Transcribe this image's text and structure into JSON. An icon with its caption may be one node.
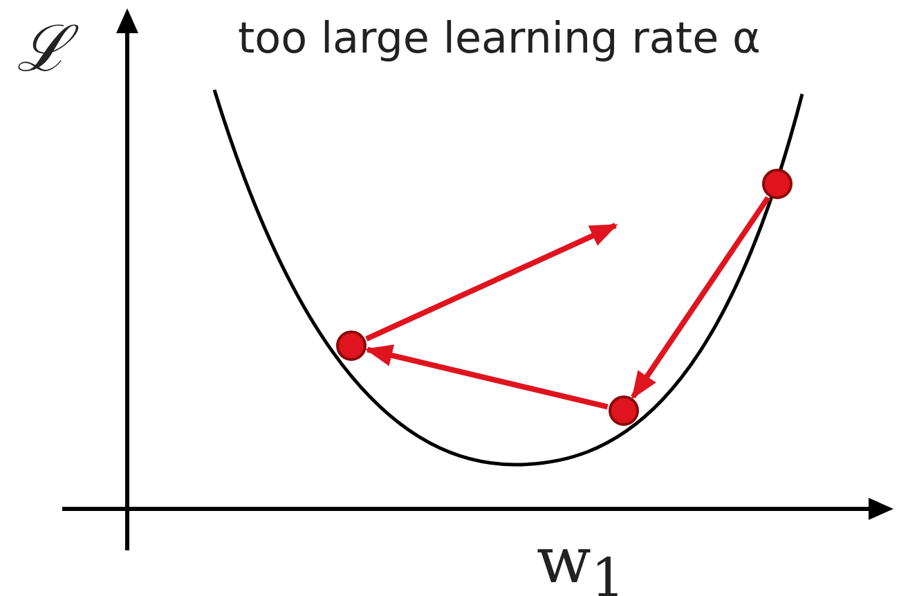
{
  "diagram": {
    "title": "too large learning rate α",
    "nodes": [
      {
        "text": [],
        "shape": "circle"
      },
      {
        "text": [],
        "shape": "circle"
      },
      {
        "text": [],
        "shape": "circle"
      }
    ],
    "edges": [
      {
        "from": 2,
        "to": 1,
        "arrow": "to"
      },
      {
        "from": 1,
        "to": 0,
        "arrow": "to"
      },
      {
        "from": 0,
        "to": null,
        "arrow": "to"
      }
    ],
    "labels": [
      "ℒ",
      "w$_{1}$"
    ]
  }
}
